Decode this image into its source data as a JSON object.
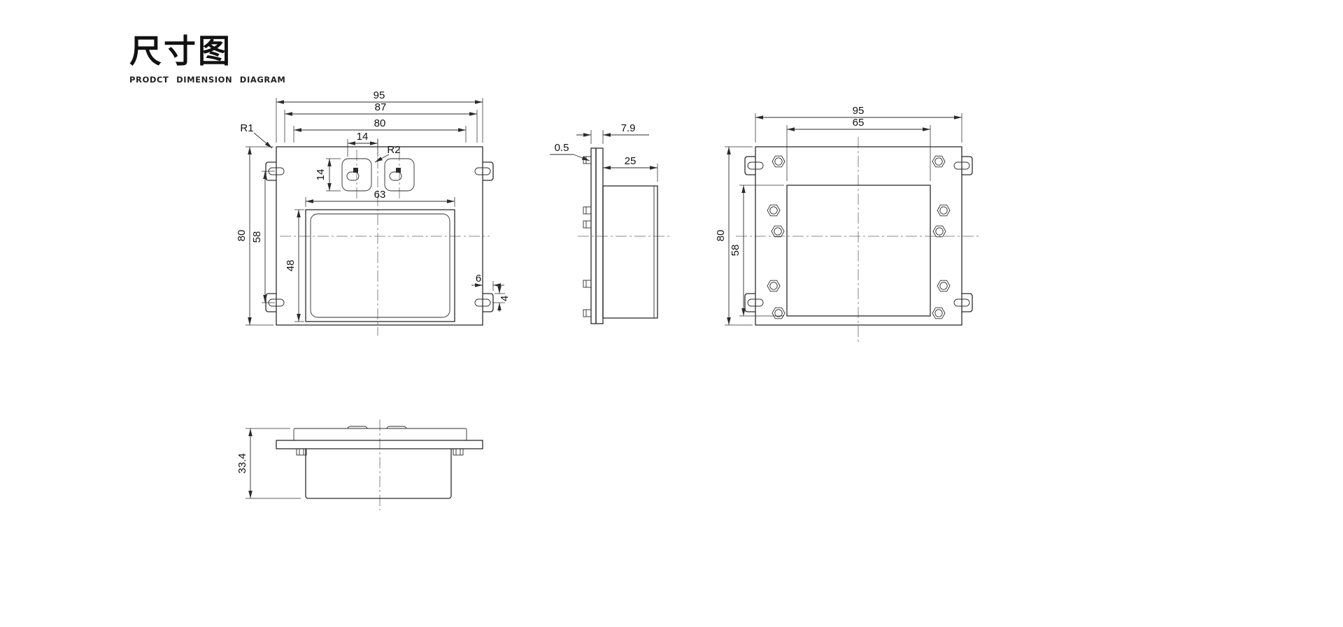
{
  "page": {
    "title": "尺寸图",
    "subtitle": "PRODCT  DIMENSION  DIAGRAM"
  },
  "colors": {
    "line": "#2b2b2b",
    "centerline": "#666666",
    "background": "#ffffff"
  },
  "views": {
    "front": {
      "dims": {
        "overall_width": "95",
        "mid_width": "87",
        "inner_width": "80",
        "button_pitch": "14",
        "button_size": "14",
        "corner_radius": "R1",
        "button_radius": "R2",
        "window_width": "63",
        "window_height": "48",
        "slot_span": "58",
        "overall_height": "80",
        "tab_width": "6",
        "tab_offset": "4"
      }
    },
    "side": {
      "dims": {
        "panel_thickness": "7.9",
        "sheet_thickness": "0.5",
        "body_depth": "25"
      }
    },
    "back": {
      "dims": {
        "overall_width": "95",
        "window_width": "65",
        "overall_height": "80",
        "window_height": "58"
      }
    },
    "bottom": {
      "dims": {
        "overall_depth": "33.4"
      }
    }
  }
}
